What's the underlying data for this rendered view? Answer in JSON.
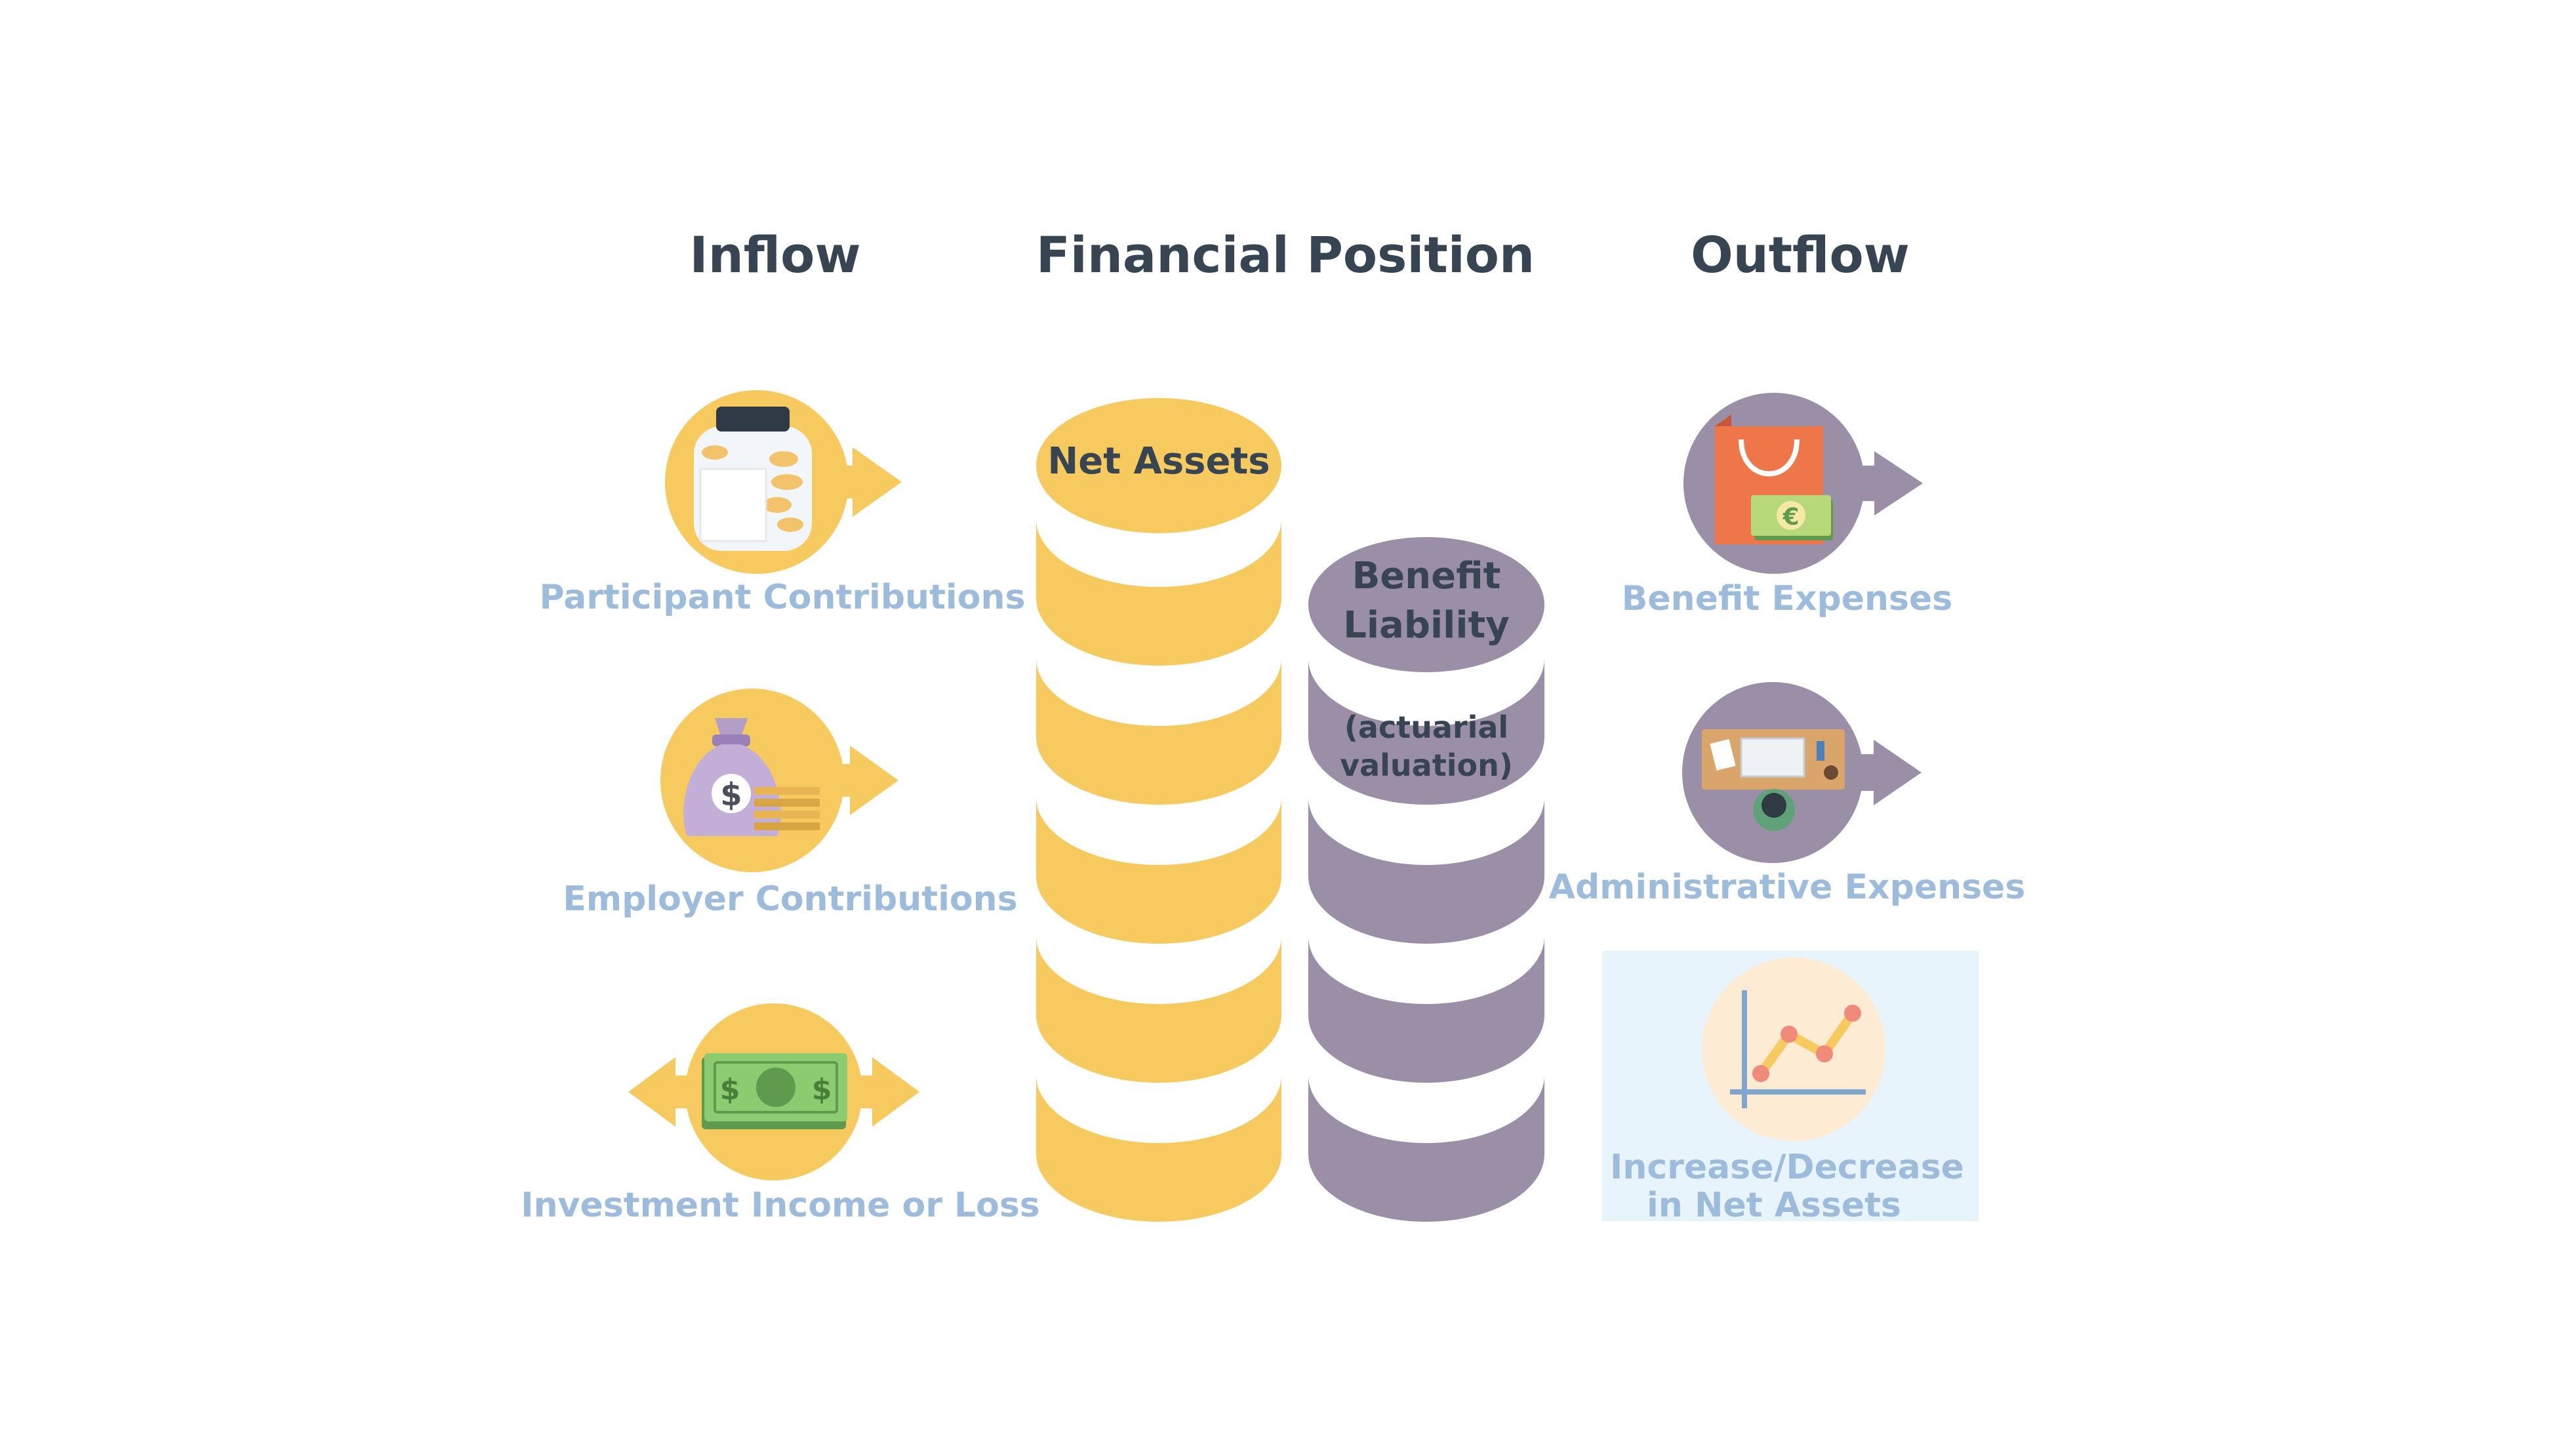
{
  "headings": {
    "inflow": "Inflow",
    "financial_position": "Financial Position",
    "outflow": "Outflow"
  },
  "inflow_items": [
    {
      "label": "Participant Contributions",
      "icon": "coin-jar-icon"
    },
    {
      "label": "Employer Contributions",
      "icon": "money-bag-icon"
    },
    {
      "label": "Investment Income or Loss",
      "icon": "banknote-icon"
    }
  ],
  "financial_position": {
    "net_assets_label": "Net Assets",
    "benefit_liability_line1": "Benefit",
    "benefit_liability_line2": "Liability",
    "valuation_line1": "(actuarial",
    "valuation_line2": "valuation)"
  },
  "outflow_items": [
    {
      "label": "Benefit Expenses",
      "icon": "shopping-bag-euro-icon"
    },
    {
      "label": "Administrative Expenses",
      "icon": "office-desk-icon"
    }
  ],
  "net_change": {
    "line1": "Increase/Decrease",
    "line2": "in Net Assets",
    "icon": "line-chart-icon"
  },
  "colors": {
    "heading": "#374552",
    "label": "#9dbcdb",
    "net_assets": "#f6ca5e",
    "benefit_liability": "#9b8ea7",
    "inflow_circle": "#f6ca5e",
    "outflow_circle": "#9b8ea7",
    "highlight_box": "#e8f4fc"
  }
}
